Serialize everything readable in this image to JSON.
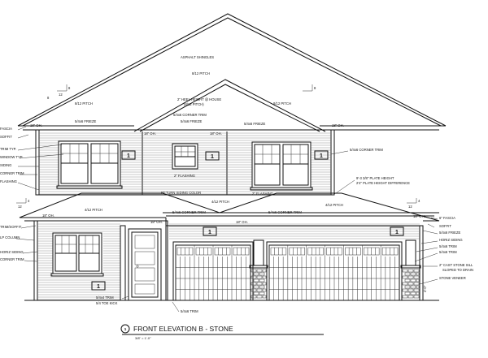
{
  "drawing": {
    "title": "FRONT ELEVATION B - STONE",
    "title_number": "1",
    "scale": "3/8\" = 1'-0\""
  },
  "window_tag": "1",
  "labels": {
    "roof_shingles": "ASPHALT SHINGLES",
    "main_pitch": "8/12 PITCH",
    "heel_note_1": "2\" HEEL HEIGHT @ HOUSE",
    "heel_note_2": "(8/12 PITCH)",
    "pitch_left": "8/12 PITCH",
    "pitch_right": "8/12 PITCH",
    "corner_trim_top": "5/4x6 CORNER TRIM",
    "frieze_top": "5/4x6 FRIEZE",
    "frieze_left": "5/4x6 FRIEZE",
    "frieze_right": "5/4x6 FRIEZE",
    "oh_18_a": "18\" OH.",
    "oh_18_b": "18\" OH.",
    "oh_18_c": "18\" OH.",
    "oh_18_d": "18\" OH.",
    "oh_18_e": "18\" OH.",
    "oh_18_f": "18\" OH.",
    "oh_18_g": "18\" OH.",
    "oh_18_h": "18\" OH.",
    "fascia_l": "FASCIA",
    "soffit_l": "SOFFIT",
    "trim_typ": "TRIM TYP.",
    "window_typ": "WINDOW TYP.",
    "siding_l": "SIDING",
    "corner_trim_l": "CORNER TRIM",
    "flashing_l": "FLASHING",
    "corner_trim_r": "5/4x6 CORNER TRIM",
    "flashing_2_a": "2\" FLASHING",
    "return_siding": "RETURN SIDING COLOR",
    "pitch_4_12_a": "4/12 PITCH",
    "pitch_4_12_b": "4/12 PITCH",
    "pitch_4_12_c": "4/12 PITCH",
    "flashing_2_b": "2\" FLASHING",
    "plate_1": "9'-3 3/8\" PLATE HEIGHT",
    "plate_2": "2'4\" PLATE HEIGHT DIFFERENCE",
    "corner_trim_mid": "5/4x6 CORNER TRIM",
    "corner_trim_gar": "5/4x6 CORNER TRIM",
    "fascia_r": "6\" FASCIA",
    "soffit_r": "SOFFIT",
    "frieze_r": "5/4x6 FRIEZE",
    "horiz_siding_r": "HORIZ SIDING",
    "trim_r1": "5/4x6 TRIM",
    "trim_r2": "5/4x6 TRIM",
    "stone_sill_1": "2\" CAST STONE SILL",
    "stone_sill_2": "SLOPED TO DRAIN",
    "stone_veneer": "STONE VENEER",
    "trim_soffit_l": "TRIM/SOFFIT",
    "column_l": "LP COLUMN",
    "horiz_siding_l": "HORIZ SIDING",
    "corner_trim_ll": "CORNER TRIM",
    "trim_bottom": "5/4x4 TRIM",
    "toe_kick": "5/4 TOE KICK",
    "trim_base": "5/4x6 TRIM",
    "dim_height": "4'-0\"",
    "slope_8": "8",
    "slope_12": "12",
    "slope_4a": "4",
    "slope_12b": "12",
    "slope_4b": "4",
    "slope_12c": "12"
  }
}
